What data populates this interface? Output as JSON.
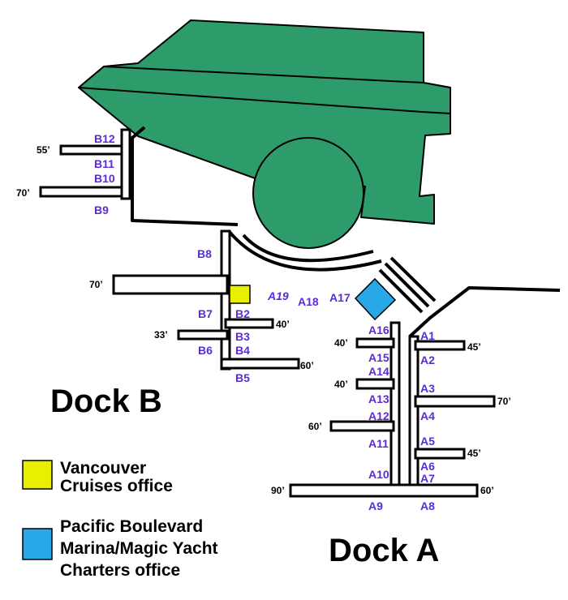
{
  "colors": {
    "building": "#2e9b6a",
    "vancouver_office": "#e8f000",
    "pacific_office": "#29a8e8",
    "slip_label": "#5b2bd8",
    "outline": "#000000"
  },
  "dock_labels": {
    "dock_b": "Dock B",
    "dock_a": "Dock A"
  },
  "slips": {
    "B12": "B12",
    "B11": "B11",
    "B10": "B10",
    "B9": "B9",
    "B8": "B8",
    "B7": "B7",
    "B2": "B2",
    "B3": "B3",
    "B4": "B4",
    "B6": "B6",
    "B5": "B5",
    "A19": "A19",
    "A18": "A18",
    "A17": "A17",
    "A16": "A16",
    "A15": "A15",
    "A14": "A14",
    "A13": "A13",
    "A12": "A12",
    "A11": "A11",
    "A10": "A10",
    "A9": "A9",
    "A1": "A1",
    "A2": "A2",
    "A3": "A3",
    "A4": "A4",
    "A5": "A5",
    "A6": "A6",
    "A7": "A7",
    "A8": "A8"
  },
  "lengths": {
    "b12_finger": "55’",
    "b9_finger": "70’",
    "b7_finger": "70’",
    "b3_finger": "40’",
    "b6_finger": "33’",
    "b5_finger": "60’",
    "a16_finger": "40’",
    "a13_finger": "40’",
    "a11_finger": "60’",
    "a9_finger": "90’",
    "a1_finger": "45’",
    "a3_finger": "70’",
    "a5_finger": "45’",
    "a8_finger": "60’"
  },
  "legend": [
    {
      "lines": [
        "Vancouver",
        "Cruises office"
      ],
      "color": "#e8f000"
    },
    {
      "lines": [
        "Pacific Boulevard",
        "Marina/Magic Yacht",
        "Charters office"
      ],
      "color": "#29a8e8"
    }
  ]
}
